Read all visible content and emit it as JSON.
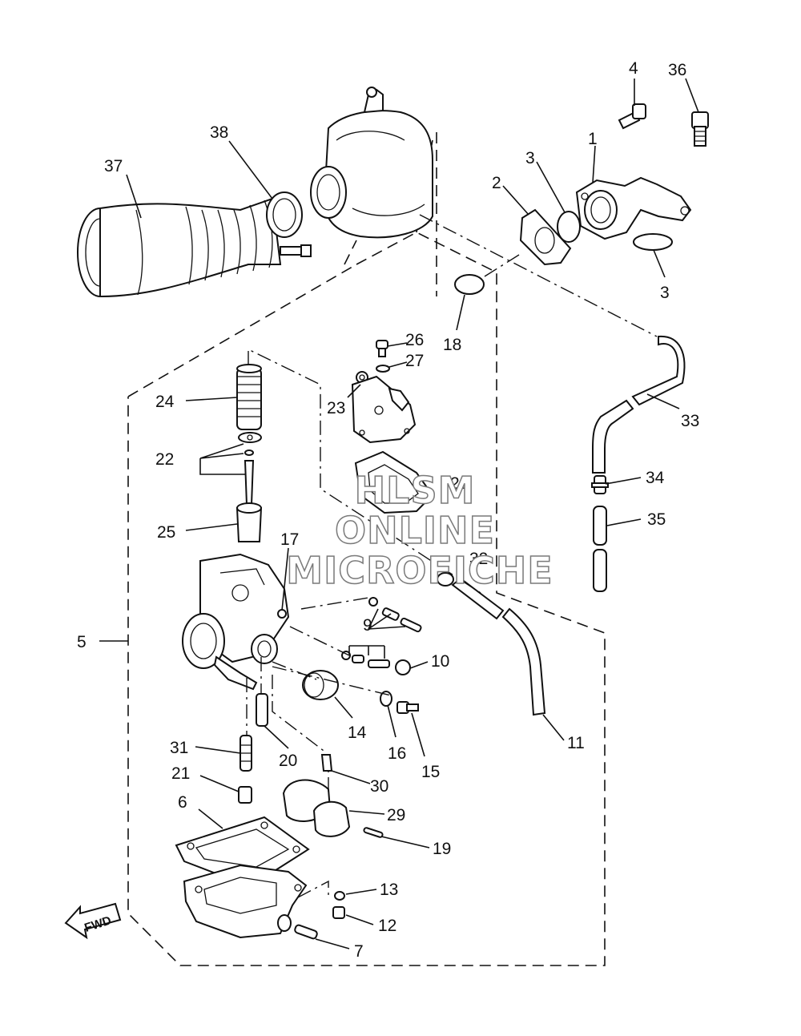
{
  "labels": {
    "p1": "1",
    "p2": "2",
    "p3a": "3",
    "p3b": "3",
    "p4": "4",
    "p5": "5",
    "p6": "6",
    "p7": "7",
    "p9": "9",
    "p10": "10",
    "p11": "11",
    "p12": "12",
    "p13": "13",
    "p14": "14",
    "p15": "15",
    "p16": "16",
    "p17": "17",
    "p18": "18",
    "p19": "19",
    "p20": "20",
    "p21": "21",
    "p22": "22",
    "p23": "23",
    "p24": "24",
    "p25": "25",
    "p26": "26",
    "p27": "27",
    "p28": "28",
    "p29": "29",
    "p30": "30",
    "p31": "31",
    "p32": "32",
    "p33": "33",
    "p34": "34",
    "p35": "35",
    "p36": "36",
    "p37": "37",
    "p38": "38"
  },
  "watermark": {
    "line1": "HLSM",
    "line2": "ONLINE",
    "line3": "MICROFICHE"
  },
  "fwd": "FWD"
}
